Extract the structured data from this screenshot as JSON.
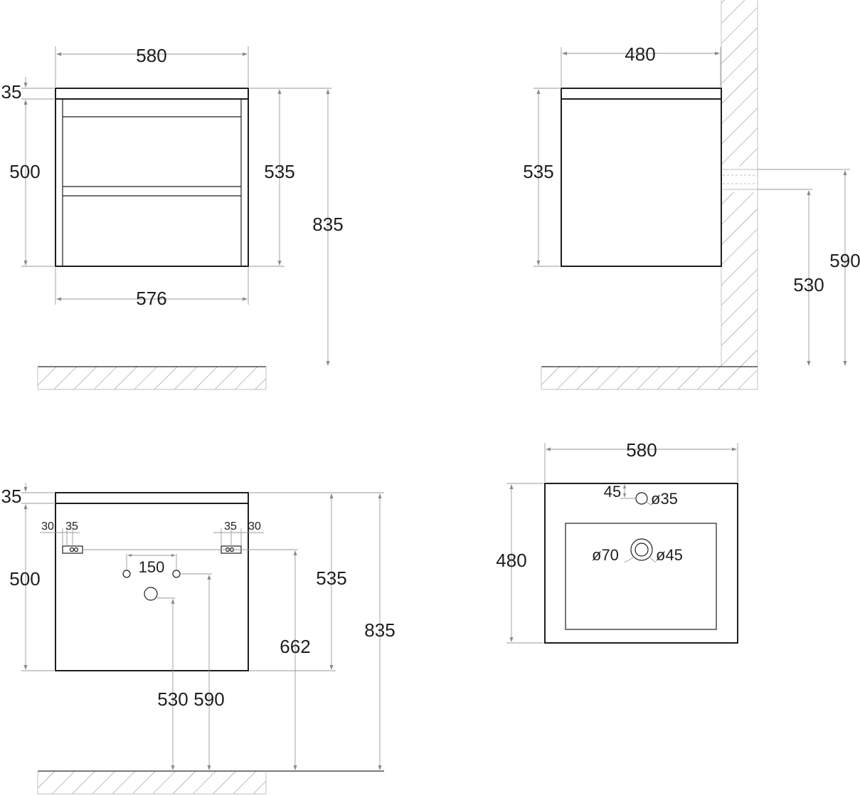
{
  "front_view": {
    "width_top": "580",
    "width_bottom": "576",
    "top_thickness": "35",
    "body_height": "500",
    "total_height": "535",
    "floor_height": "835"
  },
  "side_view": {
    "depth": "480",
    "height": "535",
    "outlet_upper": "590",
    "outlet_lower": "530"
  },
  "back_view": {
    "top_thickness": "35",
    "body_height": "500",
    "total_height": "535",
    "floor_height": "835",
    "mount_height": "662",
    "edge_left": "30",
    "hanger_left": "35",
    "hanger_right": "35",
    "edge_right": "30",
    "supply_spacing": "150",
    "drain_height": "530",
    "supply_height": "590"
  },
  "top_view": {
    "width": "580",
    "depth": "480",
    "tap_offset": "45",
    "tap_hole": "ø35",
    "drain_outer": "ø70",
    "drain_inner": "ø45"
  }
}
